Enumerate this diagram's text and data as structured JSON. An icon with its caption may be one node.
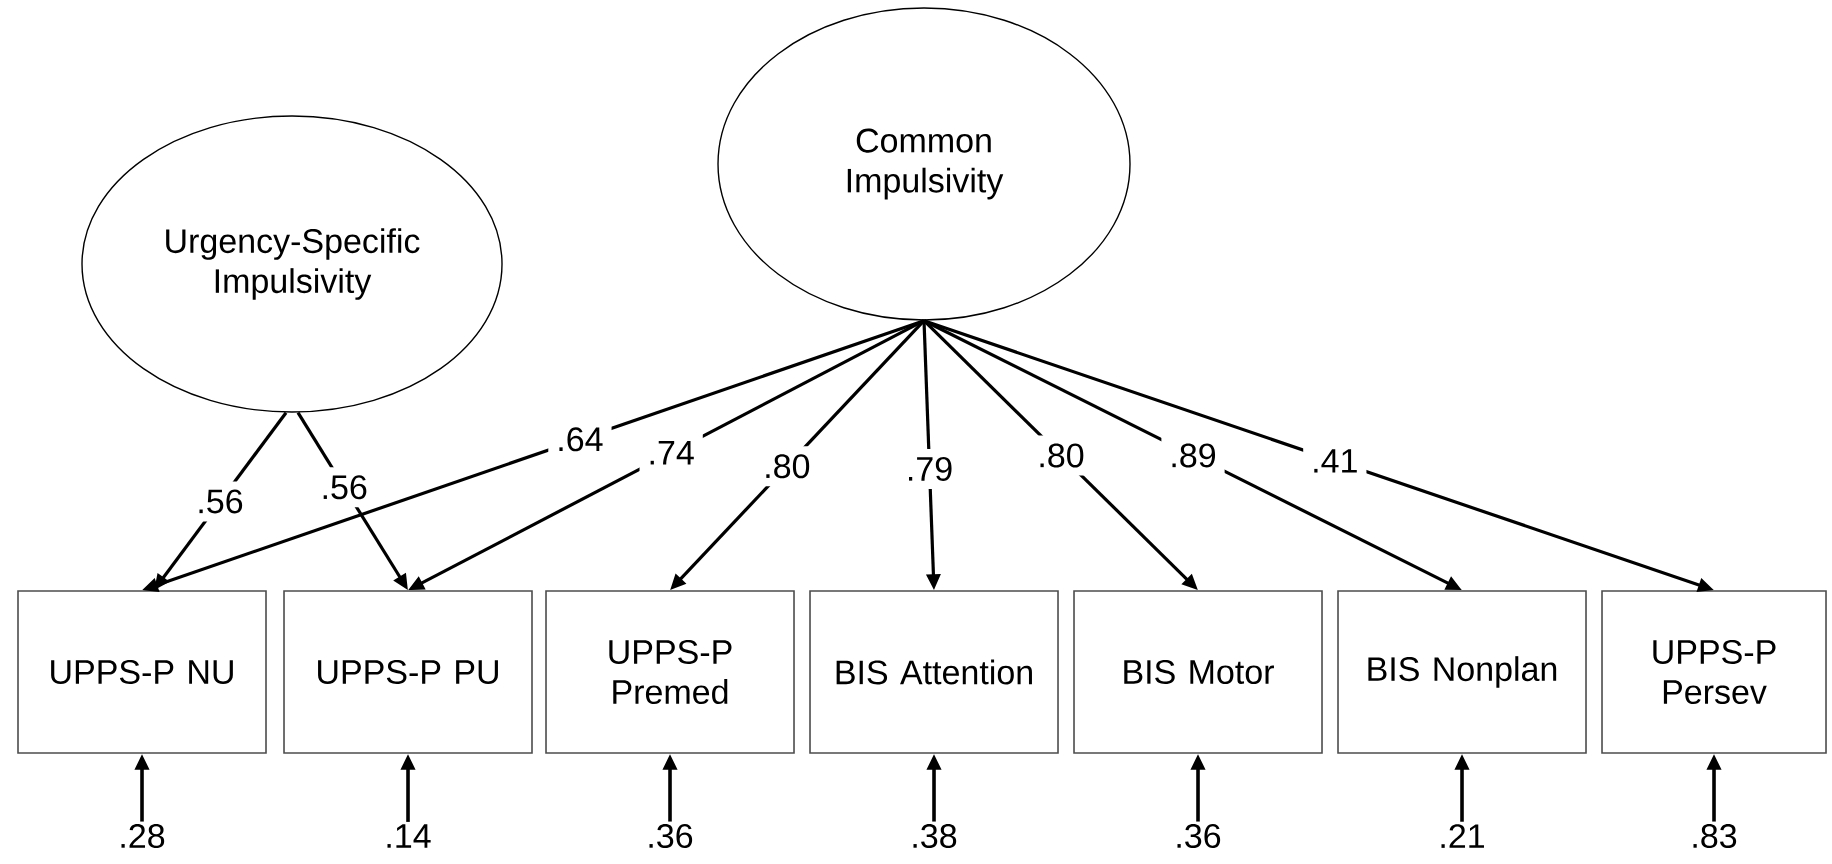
{
  "diagram": {
    "nodes": [
      {
        "text": [
          "Urgency-Specific Impulsivity"
        ]
      },
      {
        "text": [
          "Common Impulsivity"
        ]
      },
      {
        "text": [
          "UPPS-P NU"
        ]
      },
      {
        "text": [
          "UPPS-P PU"
        ]
      },
      {
        "text": [
          "UPPS-P Premed"
        ]
      },
      {
        "text": [
          "BIS Attention"
        ]
      },
      {
        "text": [
          "BIS Motor"
        ]
      },
      {
        "text": [
          "BIS Nonplan"
        ]
      },
      {
        "text": [
          "UPPS-P Persev"
        ]
      },
      {
        "text": [
          ".28"
        ]
      },
      {
        "text": [
          ".14"
        ]
      },
      {
        "text": [
          ".36"
        ]
      },
      {
        "text": [
          ".38"
        ]
      },
      {
        "text": [
          ".36"
        ]
      },
      {
        "text": [
          ".21"
        ]
      },
      {
        "text": [
          ".83"
        ]
      }
    ],
    "edges": [
      {
        "from": 0,
        "to": 2,
        "arrow": "to",
        "label": ".56"
      },
      {
        "from": 0,
        "to": 3,
        "arrow": "to",
        "label": ".56"
      },
      {
        "from": 1,
        "to": 2,
        "arrow": "to",
        "label": ".64"
      },
      {
        "from": 1,
        "to": 3,
        "arrow": "to",
        "label": ".74"
      },
      {
        "from": 1,
        "to": 4,
        "arrow": "to",
        "label": ".80"
      },
      {
        "from": 1,
        "to": 5,
        "arrow": "to",
        "label": ".79"
      },
      {
        "from": 1,
        "to": 6,
        "arrow": "to",
        "label": ".80"
      },
      {
        "from": 1,
        "to": 7,
        "arrow": "to",
        "label": ".89"
      },
      {
        "from": 1,
        "to": 8,
        "arrow": "to",
        "label": ".41"
      },
      {
        "from": 9,
        "to": 2,
        "arrow": "to"
      },
      {
        "from": 10,
        "to": 3,
        "arrow": "to"
      },
      {
        "from": 11,
        "to": 4,
        "arrow": "to"
      },
      {
        "from": 12,
        "to": 5,
        "arrow": "to"
      },
      {
        "from": 13,
        "to": 6,
        "arrow": "to"
      },
      {
        "from": 14,
        "to": 7,
        "arrow": "to"
      },
      {
        "from": 15,
        "to": 8,
        "arrow": "to"
      }
    ]
  }
}
